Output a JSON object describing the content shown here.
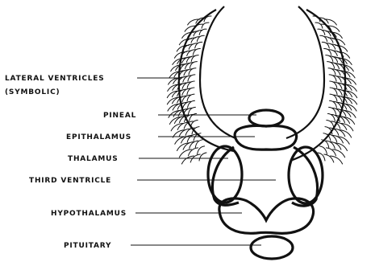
{
  "labels": {
    "lateral_ventricles_line1": "LATERAL VENTRICLES",
    "lateral_ventricles_line2": "(SYMBOLIC)",
    "pineal": "PINEAL",
    "epithalamus": "EPITHALAMUS",
    "thalamus": "THALAMUS",
    "third_ventricle": "THIRD VENTRICLE",
    "hypothalamus": "HYPOTHALAMUS",
    "pituitary": "PITUITARY"
  }
}
